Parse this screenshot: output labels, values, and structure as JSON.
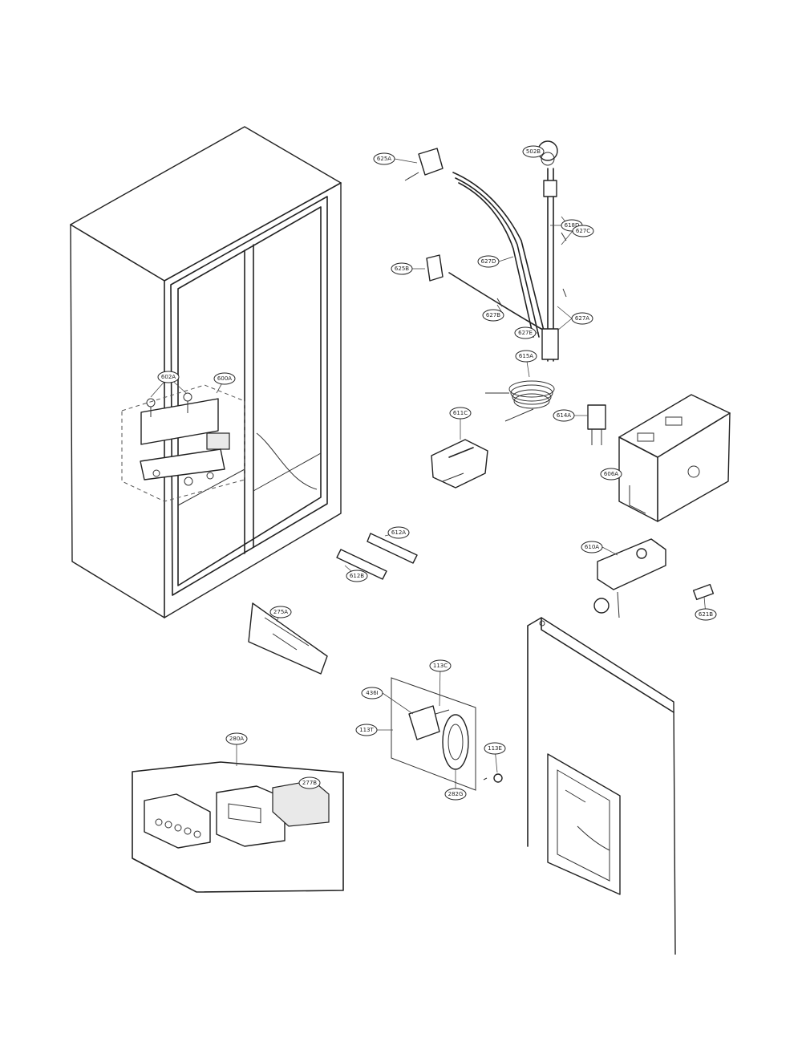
{
  "part_labels": [
    {
      "id": "625A",
      "text": "625A"
    },
    {
      "id": "502B",
      "text": "502B"
    },
    {
      "id": "618D",
      "text": "618D"
    },
    {
      "id": "627C",
      "text": "627C"
    },
    {
      "id": "627D",
      "text": "627D"
    },
    {
      "id": "625B",
      "text": "625B"
    },
    {
      "id": "627B",
      "text": "627B"
    },
    {
      "id": "627E",
      "text": "627E"
    },
    {
      "id": "627A",
      "text": "627A"
    },
    {
      "id": "615A",
      "text": "615A"
    },
    {
      "id": "614A",
      "text": "614A"
    },
    {
      "id": "611C",
      "text": "611C"
    },
    {
      "id": "606A",
      "text": "606A"
    },
    {
      "id": "602A",
      "text": "602A"
    },
    {
      "id": "600A",
      "text": "600A"
    },
    {
      "id": "612A",
      "text": "612A"
    },
    {
      "id": "612B",
      "text": "612B"
    },
    {
      "id": "610A",
      "text": "610A"
    },
    {
      "id": "621B",
      "text": "621B"
    },
    {
      "id": "275A",
      "text": "275A"
    },
    {
      "id": "113C",
      "text": "113C"
    },
    {
      "id": "436I",
      "text": "436I"
    },
    {
      "id": "113T",
      "text": "113T"
    },
    {
      "id": "113E",
      "text": "113E"
    },
    {
      "id": "282G",
      "text": "282G"
    },
    {
      "id": "280A",
      "text": "280A"
    },
    {
      "id": "277B",
      "text": "277B"
    }
  ]
}
